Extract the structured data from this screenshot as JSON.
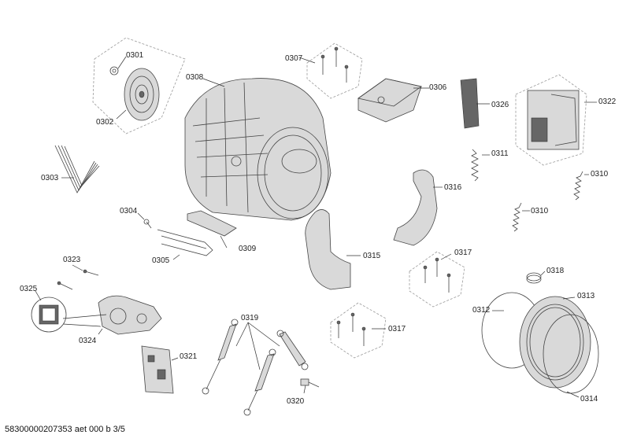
{
  "labels": {
    "p0301": "0301",
    "p0302": "0302",
    "p0303": "0303",
    "p0304": "0304",
    "p0305": "0305",
    "p0306": "0306",
    "p0307": "0307",
    "p0308": "0308",
    "p0309": "0309",
    "p0310a": "0310",
    "p0310b": "0310",
    "p0311": "0311",
    "p0312": "0312",
    "p0313": "0313",
    "p0314": "0314",
    "p0315": "0315",
    "p0316": "0316",
    "p0317a": "0317",
    "p0317b": "0317",
    "p0318": "0318",
    "p0319": "0319",
    "p0320": "0320",
    "p0321": "0321",
    "p0322": "0322",
    "p0323": "0323",
    "p0324": "0324",
    "p0325": "0325",
    "p0326": "0326"
  },
  "footer": "58300000207353 aet 000 b 3/5"
}
